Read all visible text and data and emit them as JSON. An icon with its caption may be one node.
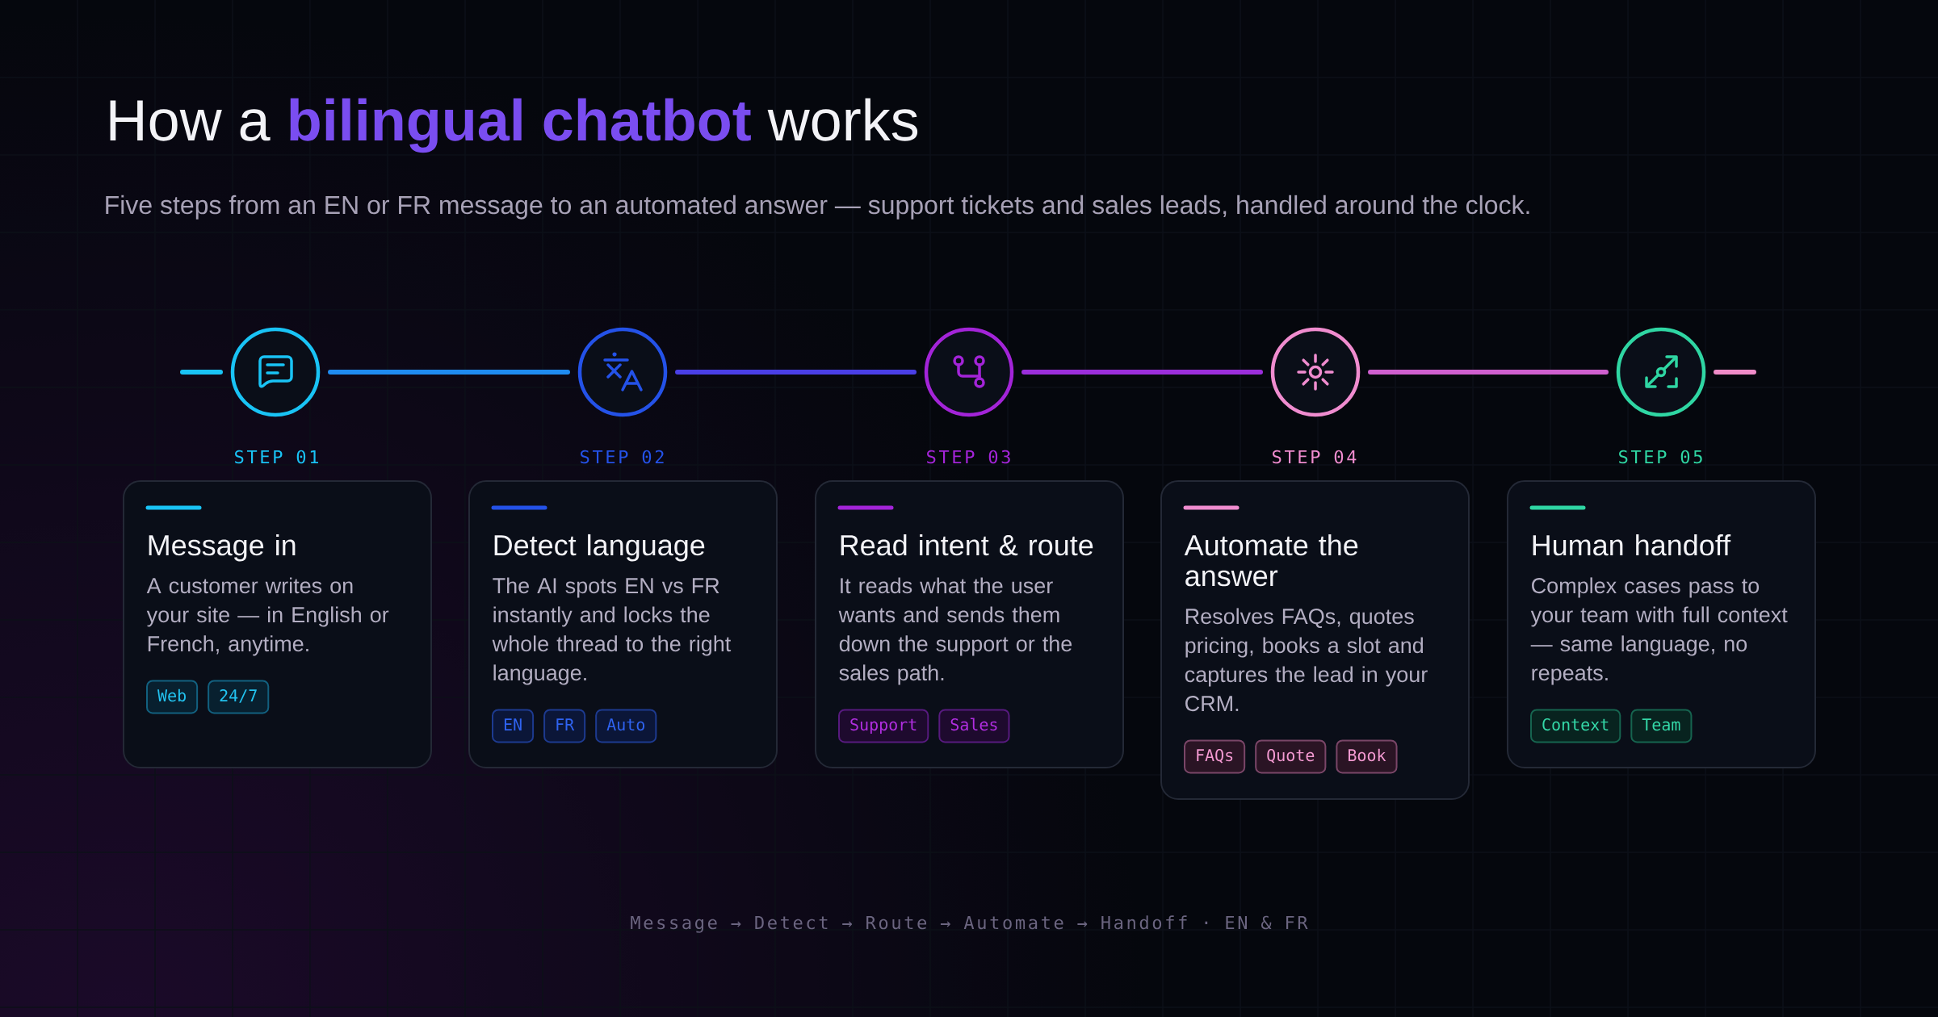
{
  "diagram": {
    "title": "How a **bilingual chatbot** works",
    "nodes": [
      {
        "text": [],
        "shape": "circle"
      },
      {
        "text": [],
        "shape": "circle"
      },
      {
        "text": [],
        "shape": "circle"
      },
      {
        "text": [],
        "shape": "circle"
      },
      {
        "text": [],
        "shape": "circle"
      },
      {
        "text": [
          "STEP 01",
          "Message in",
          "A customer writes on your site — in English or French, anytime."
        ]
      },
      {
        "text": [
          "Web"
        ],
        "in": 5
      },
      {
        "text": [
          "24/7"
        ],
        "in": 5
      },
      {
        "text": [
          "STEP 02",
          "Detect language",
          "The AI spots EN vs FR instantly and locks the whole thread to the right language."
        ]
      },
      {
        "text": [
          "EN"
        ],
        "in": 8
      },
      {
        "text": [
          "FR"
        ],
        "in": 8
      },
      {
        "text": [
          "Auto"
        ],
        "in": 8
      },
      {
        "text": [
          "STEP 03",
          "Read intent & route",
          "It reads what the user wants and sends them down the support or the sales path."
        ]
      },
      {
        "text": [
          "Support"
        ],
        "in": 12
      },
      {
        "text": [
          "Sales"
        ],
        "in": 12
      },
      {
        "text": [
          "STEP 04",
          "Automate the answer",
          "Resolves FAQs, quotes pricing, books a slot and captures the lead in your CRM."
        ]
      },
      {
        "text": [
          "FAQs"
        ],
        "in": 15
      },
      {
        "text": [
          "Quote"
        ],
        "in": 15
      },
      {
        "text": [
          "Book"
        ],
        "in": 15
      },
      {
        "text": [
          "STEP 05",
          "Human handoff",
          "Complex cases pass to your team with full context — same language, no repeats."
        ]
      },
      {
        "text": [
          "Context"
        ],
        "in": 19
      },
      {
        "text": [
          "Team"
        ],
        "in": 19
      }
    ],
    "edges": [
      {
        "from": null,
        "to": 0,
        "arrow": "none",
        "color": "#19c3f5"
      },
      {
        "from": 0,
        "to": 1,
        "arrow": "none",
        "color": "#1f8cf0"
      },
      {
        "from": 1,
        "to": 2,
        "arrow": "none",
        "color": "#4a3fe6"
      },
      {
        "from": 2,
        "to": 3,
        "arrow": "none",
        "color": "#9b2edb"
      },
      {
        "from": 3,
        "to": 4,
        "arrow": "none",
        "color": "#cf5fcf"
      },
      {
        "from": 4,
        "to": null,
        "arrow": "none",
        "color": "#f08cc8"
      }
    ],
    "labels": [
      "Five steps from an EN or FR message to an automated answer — support tickets and sales leads, handled around the clock.",
      "Message → Detect → Route → Automate → Handoff · EN & FR"
    ]
  }
}
